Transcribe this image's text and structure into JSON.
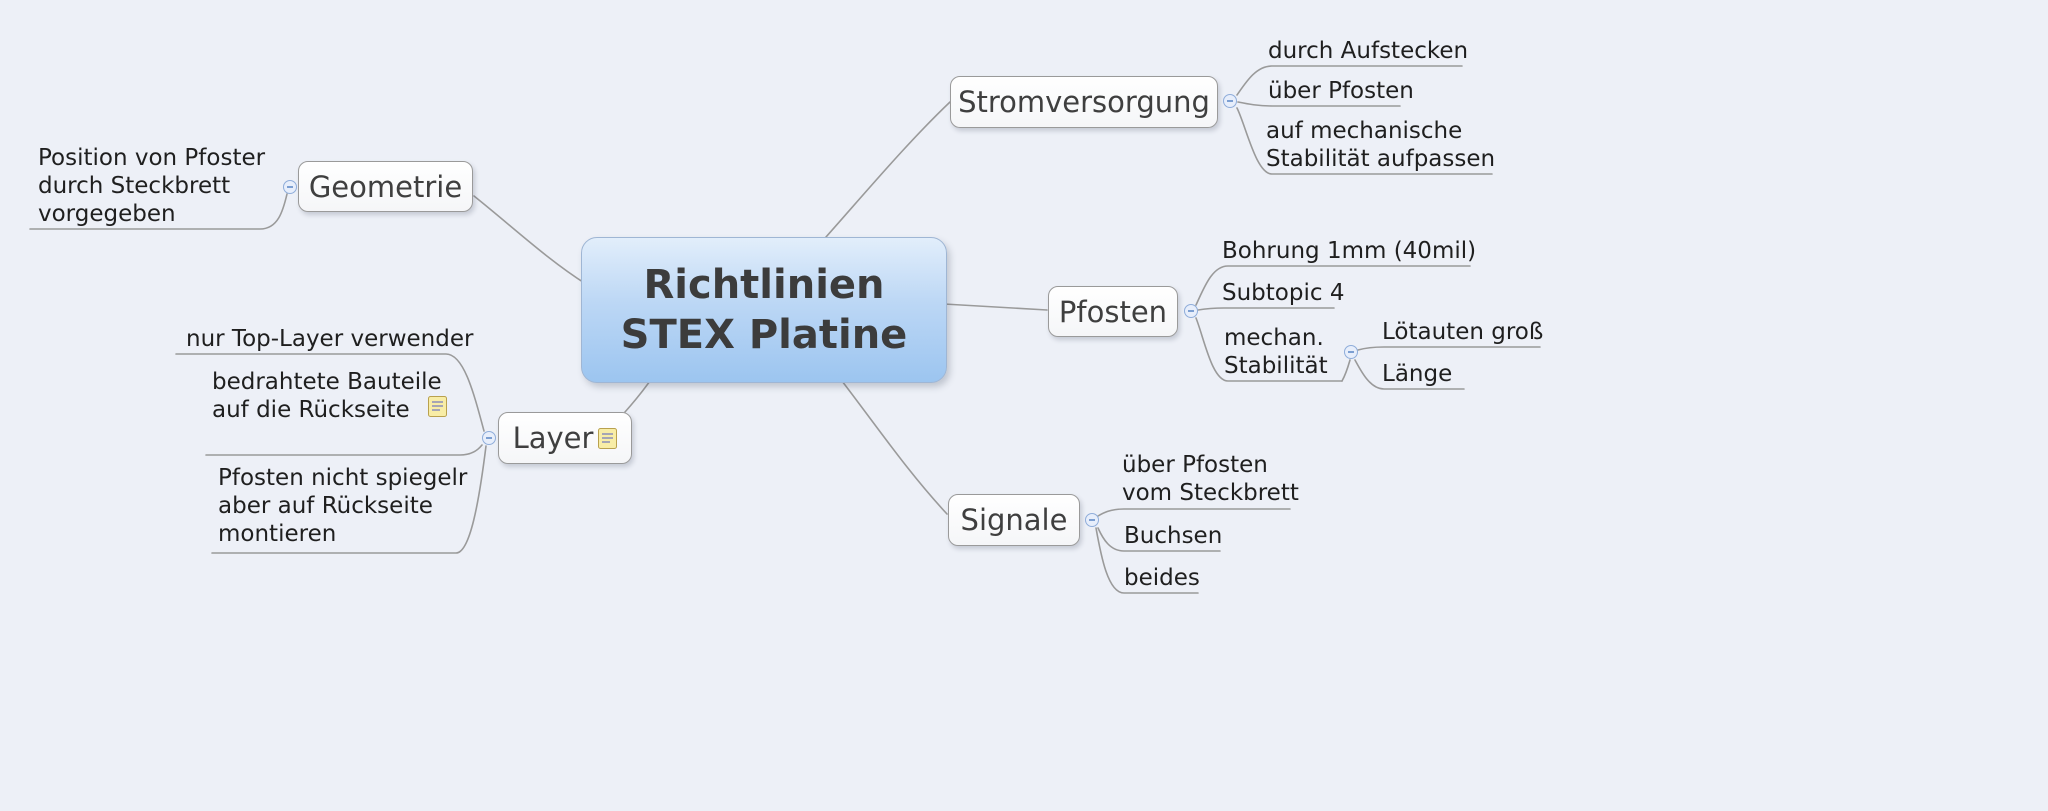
{
  "root": {
    "label": "Richtlinien\nSTEX Platine"
  },
  "topics": {
    "stromversorgung": {
      "label": "Stromversorgung",
      "children": {
        "aufstecken": "durch Aufstecken",
        "ueber_pfosten": "über Pfosten",
        "stabilitaet": "auf mechanische\nStabilität aufpassen"
      }
    },
    "geometrie": {
      "label": "Geometrie",
      "children": {
        "position": "Position von Pfoster\ndurch Steckbrett\nvorgegeben"
      }
    },
    "pfosten": {
      "label": "Pfosten",
      "children": {
        "bohrung": "Bohrung 1mm (40mil)",
        "subtopic4": "Subtopic 4",
        "mechan_stabilitaet": "mechan.\nStabilität",
        "loetauten": "Lötauten groß",
        "laenge": "Länge"
      }
    },
    "layer": {
      "label": "Layer",
      "children": {
        "top_layer": "nur Top-Layer verwender",
        "bedrahtete": "bedrahtete Bauteile\nauf die Rückseite",
        "spiegeln": "Pfosten nicht spiegelr\naber auf Rückseite\nmontieren"
      }
    },
    "signale": {
      "label": "Signale",
      "children": {
        "ueber_pfosten": "über Pfosten\nvom Steckbrett",
        "buchsen": "Buchsen",
        "beides": "beides"
      }
    }
  },
  "icons": {
    "note": "yellow-note"
  },
  "colors": {
    "background": "#edf0f7",
    "root_fill_top": "#e2eefb",
    "root_fill_bottom": "#9cc5f0",
    "edge": "#9a9a9a",
    "fold_border": "#8fadda"
  }
}
